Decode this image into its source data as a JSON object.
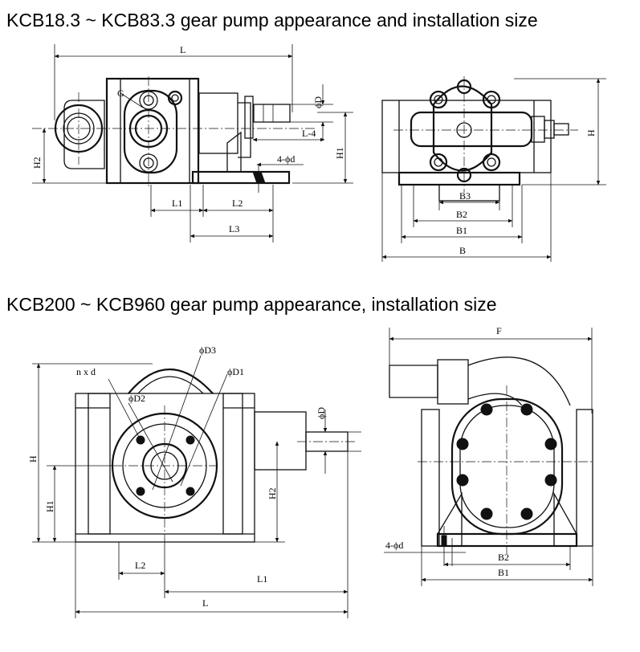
{
  "titles": {
    "top": "KCB18.3 ~ KCB83.3 gear pump appearance and installation size",
    "bottom": "KCB200 ~ KCB960 gear pump appearance, installation size"
  },
  "top_side_view": {
    "L": "L",
    "G": "G",
    "phiD": "ϕD",
    "L4": "L-4",
    "H1": "H1",
    "H2": "H2",
    "holes": "4-ϕd",
    "L1": "L1",
    "L2": "L2",
    "L3": "L3"
  },
  "top_front_view": {
    "H": "H",
    "B3": "B3",
    "B2": "B2",
    "B1": "B1",
    "B": "B"
  },
  "bottom_side_view": {
    "phiD3": "ϕD3",
    "nxd": "n x d",
    "phiD1": "ϕD1",
    "phiD2": "ϕD2",
    "phiD": "ϕD",
    "H": "H",
    "H1": "H1",
    "H2": "H2",
    "L2": "L2",
    "L1": "L1",
    "L": "L"
  },
  "bottom_front_view": {
    "F": "F",
    "holes": "4-ϕd",
    "B2": "B2",
    "B1": "B1"
  }
}
